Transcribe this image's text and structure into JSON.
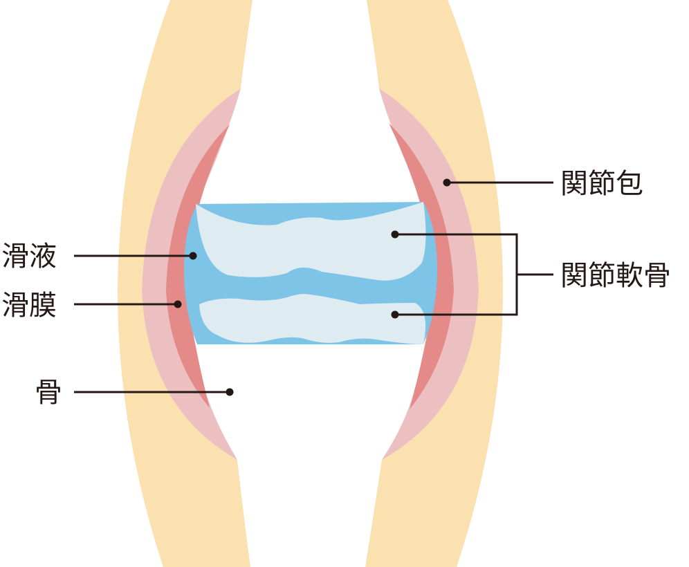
{
  "colors": {
    "background": "#ffffff",
    "outer_shell": "#fbe0b0",
    "capsule": "#ecbfc0",
    "synovium": "#e48b89",
    "synovial_fluid": "#7dc4e6",
    "cartilage": "#deebf0",
    "leader": "#231815"
  },
  "labels": {
    "synovial_fluid": "滑液",
    "synovial_membrane": "滑膜",
    "bone": "骨",
    "joint_capsule": "関節包",
    "articular_cartilage": "関節軟骨"
  }
}
